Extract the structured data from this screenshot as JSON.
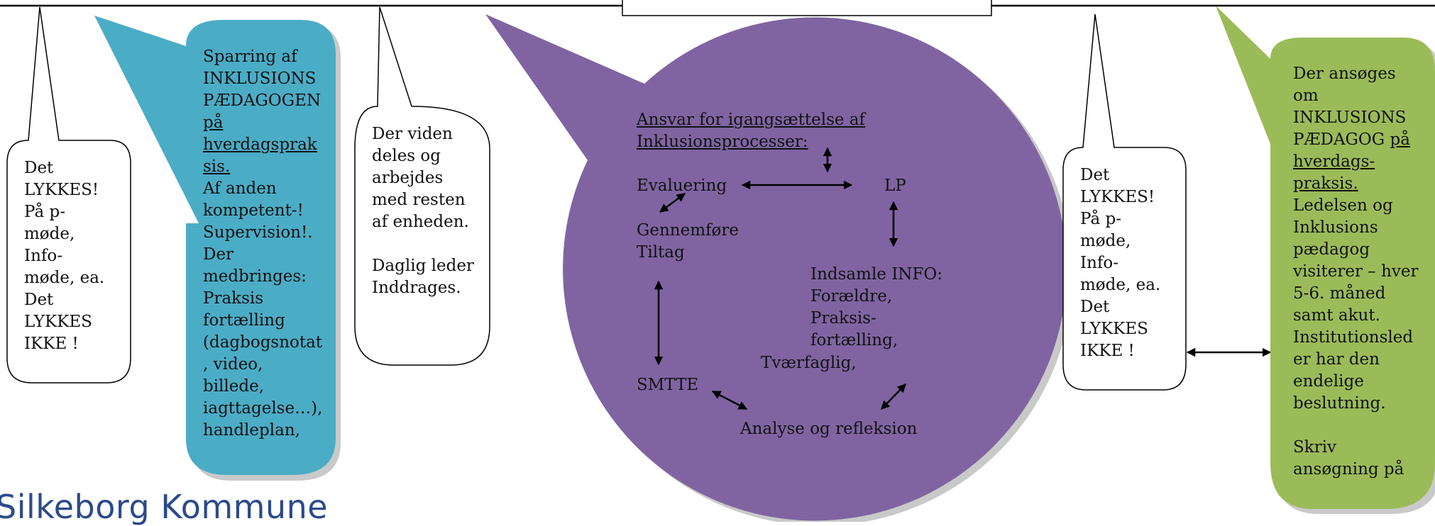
{
  "colors": {
    "teal": "#4bacc6",
    "purple": "#8064a2",
    "green": "#9bbb59",
    "logo_blue": "#2b4a8b"
  },
  "bubble1": {
    "lines": [
      "Det",
      "LYKKES!",
      "På p-",
      "møde,",
      "Info-",
      "møde, ea.",
      "Det",
      "LYKKES",
      "IKKE !"
    ]
  },
  "bubble2": {
    "lines": [
      "Sparring af",
      "INKLUSIONS",
      "PÆDAGOGEN"
    ],
    "underlined": [
      "på",
      "hverdagsprak",
      "sis."
    ],
    "lines_after": [
      "Af anden",
      "kompetent-!",
      "Supervision!.",
      "Der",
      "medbringes:",
      "Praksis",
      "fortælling",
      "(dagbogsnotat",
      ", video,",
      "billede,",
      "iagttagelse…),",
      "handleplan,"
    ]
  },
  "bubble3": {
    "lines_top": [
      "Der viden",
      "deles og",
      "arbejdes",
      "med resten",
      "af enheden."
    ],
    "lines_bottom": [
      "Daglig leder",
      "Inddrages."
    ]
  },
  "bubble4": {
    "title_lines": [
      "Ansvar for igangsættelse af",
      "Inklusionsprocesser:"
    ],
    "evaluering": "Evaluering",
    "lp": "LP",
    "gennemfore": [
      "Gennemføre",
      "Tiltag"
    ],
    "indsamle": [
      "Indsamle INFO:",
      "Forældre,",
      "Praksis-",
      "fortælling,"
    ],
    "tvaerfaglig": "Tværfaglig,",
    "smtte": "SMTTE",
    "analyse": "Analyse og refleksion"
  },
  "bubble5": {
    "lines": [
      "Det",
      "LYKKES!",
      "På p-",
      "møde,",
      "Info-",
      "møde, ea.",
      "Det",
      "LYKKES",
      "IKKE !"
    ]
  },
  "bubble6": {
    "lines_a": [
      "Der ansøges",
      "om",
      "INKLUSIONS"
    ],
    "paedagog": "PÆDAGOG",
    "paa": "på",
    "underlined": [
      "hverdags-",
      "praksis."
    ],
    "lines_b": [
      "Ledelsen og",
      "Inklusions",
      "pædagog",
      "visiterer – hver",
      "5-6. måned",
      "samt akut.",
      "Institutionsled",
      "er har den",
      "endelige",
      "beslutning."
    ],
    "lines_c": [
      "Skriv",
      "ansøgning på"
    ]
  },
  "logo": {
    "text": "Silkeborg Kommune"
  }
}
